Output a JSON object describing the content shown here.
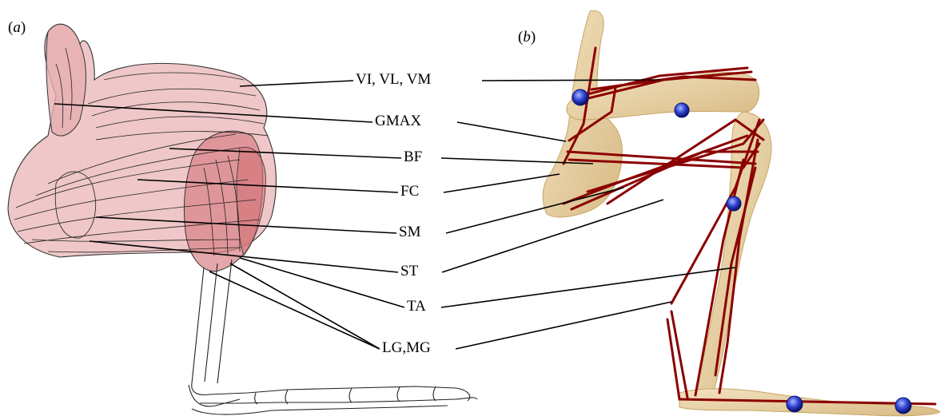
{
  "panels": {
    "a": {
      "open": "(",
      "letter": "a",
      "close": ")"
    },
    "b": {
      "open": "(",
      "letter": "b",
      "close": ")"
    }
  },
  "muscles": [
    {
      "id": "vi-vl-vm",
      "label": "VI, VL, VM"
    },
    {
      "id": "gmax",
      "label": "GMAX"
    },
    {
      "id": "bf",
      "label": "BF"
    },
    {
      "id": "fc",
      "label": "FC"
    },
    {
      "id": "sm",
      "label": "SM"
    },
    {
      "id": "st",
      "label": "ST"
    },
    {
      "id": "ta",
      "label": "TA"
    },
    {
      "id": "lg-mg",
      "label": "LG,MG"
    }
  ],
  "colors": {
    "muscle_fill": "#e9b4b6",
    "muscle_fill_dark": "#d98286",
    "bone_fill": "#ead2a4",
    "muscle_path": "#8b0000",
    "joint_marker": "#3347d6"
  }
}
